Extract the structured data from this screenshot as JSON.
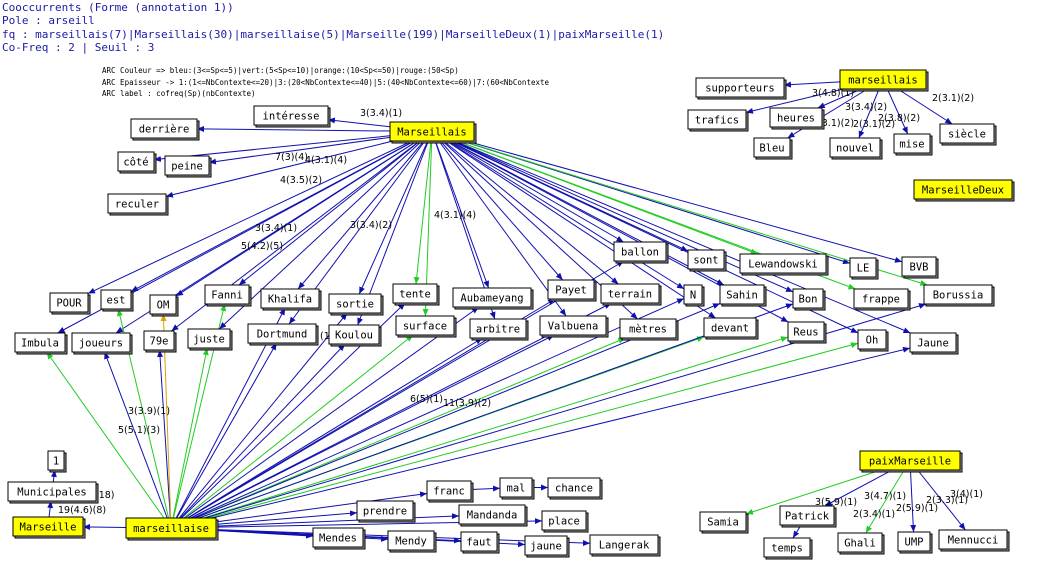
{
  "header": {
    "line1": "Cooccurrents (Forme (annotation 1))",
    "line2": "Pole : arseill",
    "line3": "fq : marseillais(7)|Marseillais(30)|marseillaise(5)|Marseille(199)|MarseilleDeux(1)|paixMarseille(1)",
    "line4": "Co-Freq : 2 | Seuil : 3"
  },
  "legend": {
    "color": "ARC Couleur => bleu:(3<=Sp<=5)|vert:(5<Sp<=10)|orange:(10<Sp<=50)|rouge:(50<Sp)",
    "thickness": "ARC Epaisseur -> 1:(1<=NbContexte<=20)|3:(20<NbContexte<=40)|5:(40<NbContexte<=60)|7:(60<NbContexte",
    "label": "ARC label : cofreq(Sp)(nbContexte)"
  },
  "colors": {
    "pole_fill": "#ffff00",
    "node_fill": "#ffffff",
    "blue": "#1010b0",
    "green": "#22cc22",
    "orange": "#e0a000"
  },
  "nodes": [
    {
      "id": "Marseillais",
      "label": "Marseillais",
      "pole": true
    },
    {
      "id": "marseillaise",
      "label": "marseillaise",
      "pole": true
    },
    {
      "id": "marseillais",
      "label": "marseillais",
      "pole": true
    },
    {
      "id": "MarseilleDeux",
      "label": "MarseilleDeux",
      "pole": true
    },
    {
      "id": "paixMarseille",
      "label": "paixMarseille",
      "pole": true
    },
    {
      "id": "Marseille",
      "label": "Marseille",
      "pole": true
    },
    {
      "id": "interesse",
      "label": "intéresse"
    },
    {
      "id": "derriere",
      "label": "derrière"
    },
    {
      "id": "cote",
      "label": "côté"
    },
    {
      "id": "peine",
      "label": "peine"
    },
    {
      "id": "reculer",
      "label": "reculer"
    },
    {
      "id": "supporteurs",
      "label": "supporteurs"
    },
    {
      "id": "trafics",
      "label": "trafics"
    },
    {
      "id": "heures",
      "label": "heures"
    },
    {
      "id": "Bleu",
      "label": "Bleu"
    },
    {
      "id": "nouvel",
      "label": "nouvel"
    },
    {
      "id": "mise",
      "label": "mise"
    },
    {
      "id": "siecle",
      "label": "siècle"
    },
    {
      "id": "ballon",
      "label": "ballon"
    },
    {
      "id": "sont",
      "label": "sont"
    },
    {
      "id": "Lewandowski",
      "label": "Lewandowski"
    },
    {
      "id": "LE",
      "label": "LE"
    },
    {
      "id": "BVB",
      "label": "BVB"
    },
    {
      "id": "POUR",
      "label": "POUR"
    },
    {
      "id": "est",
      "label": "est"
    },
    {
      "id": "OM",
      "label": "OM"
    },
    {
      "id": "Fanni",
      "label": "Fanni"
    },
    {
      "id": "Khalifa",
      "label": "Khalifa"
    },
    {
      "id": "sortie",
      "label": "sortie"
    },
    {
      "id": "tente",
      "label": "tente"
    },
    {
      "id": "Aubameyang",
      "label": "Aubameyang"
    },
    {
      "id": "Payet",
      "label": "Payet"
    },
    {
      "id": "terrain",
      "label": "terrain"
    },
    {
      "id": "N",
      "label": "N"
    },
    {
      "id": "Sahin",
      "label": "Sahin"
    },
    {
      "id": "Bon",
      "label": "Bon"
    },
    {
      "id": "frappe",
      "label": "frappe"
    },
    {
      "id": "Borussia",
      "label": "Borussia"
    },
    {
      "id": "Imbula",
      "label": "Imbula"
    },
    {
      "id": "joueurs",
      "label": "joueurs"
    },
    {
      "id": "79e",
      "label": "79e"
    },
    {
      "id": "juste",
      "label": "juste"
    },
    {
      "id": "Dortmund",
      "label": "Dortmund"
    },
    {
      "id": "Koulou",
      "label": "Koulou"
    },
    {
      "id": "surface",
      "label": "surface"
    },
    {
      "id": "arbitre",
      "label": "arbitre"
    },
    {
      "id": "Valbuena",
      "label": "Valbuena"
    },
    {
      "id": "metres",
      "label": "mètres"
    },
    {
      "id": "devant",
      "label": "devant"
    },
    {
      "id": "Reus",
      "label": "Reus"
    },
    {
      "id": "Oh",
      "label": "Oh"
    },
    {
      "id": "Jaune",
      "label": "Jaune"
    },
    {
      "id": "one",
      "label": "1"
    },
    {
      "id": "Municipales",
      "label": "Municipales"
    },
    {
      "id": "franc",
      "label": "franc"
    },
    {
      "id": "mal",
      "label": "mal"
    },
    {
      "id": "chance",
      "label": "chance"
    },
    {
      "id": "prendre",
      "label": "prendre"
    },
    {
      "id": "Mandanda",
      "label": "Mandanda"
    },
    {
      "id": "place",
      "label": "place"
    },
    {
      "id": "Mendes",
      "label": "Mendes"
    },
    {
      "id": "Mendy",
      "label": "Mendy"
    },
    {
      "id": "faut",
      "label": "faut"
    },
    {
      "id": "jaune",
      "label": "jaune"
    },
    {
      "id": "Langerak",
      "label": "Langerak"
    },
    {
      "id": "Samia",
      "label": "Samia"
    },
    {
      "id": "Patrick",
      "label": "Patrick"
    },
    {
      "id": "temps",
      "label": "temps"
    },
    {
      "id": "Ghali",
      "label": "Ghali"
    },
    {
      "id": "UMP",
      "label": "UMP"
    },
    {
      "id": "Mennucci",
      "label": "Mennucci"
    }
  ],
  "edges": [
    {
      "from": "Marseillais",
      "to": "interesse",
      "color": "blue",
      "label": "3(3.4)(1)"
    },
    {
      "from": "Marseillais",
      "to": "derriere",
      "color": "blue",
      "label": ""
    },
    {
      "from": "Marseillais",
      "to": "cote",
      "color": "blue",
      "label": ""
    },
    {
      "from": "Marseillais",
      "to": "peine",
      "color": "blue",
      "label": "7(3)(4)"
    },
    {
      "from": "Marseillais",
      "to": "reculer",
      "color": "blue",
      "label": "4(3.5)(2)"
    },
    {
      "from": "Marseillais",
      "to": "POUR",
      "color": "blue",
      "label": ""
    },
    {
      "from": "Marseillais",
      "to": "est",
      "color": "blue",
      "label": ""
    },
    {
      "from": "Marseillais",
      "to": "OM",
      "color": "blue",
      "label": ""
    },
    {
      "from": "Marseillais",
      "to": "Fanni",
      "color": "blue",
      "label": ""
    },
    {
      "from": "Marseillais",
      "to": "Khalifa",
      "color": "blue",
      "label": ""
    },
    {
      "from": "Marseillais",
      "to": "sortie",
      "color": "blue",
      "label": ""
    },
    {
      "from": "Marseillais",
      "to": "tente",
      "color": "green",
      "label": ""
    },
    {
      "from": "Marseillais",
      "to": "Aubameyang",
      "color": "blue",
      "label": ""
    },
    {
      "from": "Marseillais",
      "to": "Payet",
      "color": "blue",
      "label": ""
    },
    {
      "from": "Marseillais",
      "to": "terrain",
      "color": "blue",
      "label": ""
    },
    {
      "from": "Marseillais",
      "to": "ballon",
      "color": "blue",
      "label": ""
    },
    {
      "from": "Marseillais",
      "to": "sont",
      "color": "blue",
      "label": ""
    },
    {
      "from": "Marseillais",
      "to": "Lewandowski",
      "color": "green",
      "label": ""
    },
    {
      "from": "Marseillais",
      "to": "LE",
      "color": "blue",
      "label": ""
    },
    {
      "from": "Marseillais",
      "to": "BVB",
      "color": "blue",
      "label": ""
    },
    {
      "from": "Marseillais",
      "to": "N",
      "color": "blue",
      "label": ""
    },
    {
      "from": "Marseillais",
      "to": "Sahin",
      "color": "blue",
      "label": ""
    },
    {
      "from": "Marseillais",
      "to": "Bon",
      "color": "blue",
      "label": ""
    },
    {
      "from": "Marseillais",
      "to": "frappe",
      "color": "green",
      "label": ""
    },
    {
      "from": "Marseillais",
      "to": "Borussia",
      "color": "green",
      "label": ""
    },
    {
      "from": "Marseillais",
      "to": "Imbula",
      "color": "blue",
      "label": ""
    },
    {
      "from": "Marseillais",
      "to": "joueurs",
      "color": "blue",
      "label": ""
    },
    {
      "from": "Marseillais",
      "to": "79e",
      "color": "blue",
      "label": ""
    },
    {
      "from": "Marseillais",
      "to": "juste",
      "color": "blue",
      "label": ""
    },
    {
      "from": "Marseillais",
      "to": "Dortmund",
      "color": "blue",
      "label": ""
    },
    {
      "from": "Marseillais",
      "to": "Koulou",
      "color": "blue",
      "label": ""
    },
    {
      "from": "Marseillais",
      "to": "surface",
      "color": "green",
      "label": ""
    },
    {
      "from": "Marseillais",
      "to": "arbitre",
      "color": "blue",
      "label": ""
    },
    {
      "from": "Marseillais",
      "to": "Valbuena",
      "color": "blue",
      "label": ""
    },
    {
      "from": "Marseillais",
      "to": "metres",
      "color": "blue",
      "label": ""
    },
    {
      "from": "Marseillais",
      "to": "devant",
      "color": "blue",
      "label": ""
    },
    {
      "from": "Marseillais",
      "to": "Reus",
      "color": "blue",
      "label": ""
    },
    {
      "from": "Marseillais",
      "to": "Oh",
      "color": "blue",
      "label": ""
    },
    {
      "from": "Marseillais",
      "to": "Jaune",
      "color": "blue",
      "label": ""
    },
    {
      "from": "marseillais",
      "to": "supporteurs",
      "color": "blue",
      "label": ""
    },
    {
      "from": "marseillais",
      "to": "trafics",
      "color": "blue",
      "label": "3(4.8)(1)"
    },
    {
      "from": "marseillais",
      "to": "heures",
      "color": "blue",
      "label": ""
    },
    {
      "from": "marseillais",
      "to": "Bleu",
      "color": "blue",
      "label": "3(3.1)(2)"
    },
    {
      "from": "marseillais",
      "to": "nouvel",
      "color": "blue",
      "label": "3(3.4)(2)"
    },
    {
      "from": "marseillais",
      "to": "mise",
      "color": "blue",
      "label": "2(3.8)(2)"
    },
    {
      "from": "marseillais",
      "to": "siecle",
      "color": "blue",
      "label": "2(3.1)(2)"
    },
    {
      "from": "marseillaise",
      "to": "Imbula",
      "color": "green",
      "label": ""
    },
    {
      "from": "marseillaise",
      "to": "joueurs",
      "color": "blue",
      "label": "5(5.1)(3)"
    },
    {
      "from": "marseillaise",
      "to": "est",
      "color": "green",
      "label": "3(3.9)(1)"
    },
    {
      "from": "marseillaise",
      "to": "79e",
      "color": "blue",
      "label": ""
    },
    {
      "from": "marseillaise",
      "to": "OM",
      "color": "orange",
      "label": ""
    },
    {
      "from": "marseillaise",
      "to": "juste",
      "color": "green",
      "label": ""
    },
    {
      "from": "marseillaise",
      "to": "Fanni",
      "color": "green",
      "label": ""
    },
    {
      "from": "marseillaise",
      "to": "Dortmund",
      "color": "blue",
      "label": ""
    },
    {
      "from": "marseillaise",
      "to": "Khalifa",
      "color": "blue",
      "label": ""
    },
    {
      "from": "marseillaise",
      "to": "Koulou",
      "color": "blue",
      "label": ""
    },
    {
      "from": "marseillaise",
      "to": "sortie",
      "color": "blue",
      "label": ""
    },
    {
      "from": "marseillaise",
      "to": "surface",
      "color": "green",
      "label": ""
    },
    {
      "from": "marseillaise",
      "to": "tente",
      "color": "blue",
      "label": ""
    },
    {
      "from": "marseillaise",
      "to": "arbitre",
      "color": "blue",
      "label": ""
    },
    {
      "from": "marseillaise",
      "to": "Aubameyang",
      "color": "blue",
      "label": ""
    },
    {
      "from": "marseillaise",
      "to": "Valbuena",
      "color": "blue",
      "label": ""
    },
    {
      "from": "marseillaise",
      "to": "Payet",
      "color": "blue",
      "label": ""
    },
    {
      "from": "marseillaise",
      "to": "ballon",
      "color": "blue",
      "label": ""
    },
    {
      "from": "marseillaise",
      "to": "metres",
      "color": "green",
      "label": ""
    },
    {
      "from": "marseillaise",
      "to": "terrain",
      "color": "blue",
      "label": ""
    },
    {
      "from": "marseillaise",
      "to": "devant",
      "color": "green",
      "label": ""
    },
    {
      "from": "marseillaise",
      "to": "N",
      "color": "blue",
      "label": ""
    },
    {
      "from": "marseillaise",
      "to": "Sahin",
      "color": "blue",
      "label": ""
    },
    {
      "from": "marseillaise",
      "to": "Reus",
      "color": "green",
      "label": ""
    },
    {
      "from": "marseillaise",
      "to": "Bon",
      "color": "blue",
      "label": ""
    },
    {
      "from": "marseillaise",
      "to": "Oh",
      "color": "green",
      "label": ""
    },
    {
      "from": "marseillaise",
      "to": "Borussia",
      "color": "blue",
      "label": ""
    },
    {
      "from": "marseillaise",
      "to": "Jaune",
      "color": "blue",
      "label": ""
    },
    {
      "from": "marseillaise",
      "to": "Marseille",
      "color": "blue",
      "label": "19(4.6)(8)"
    },
    {
      "from": "marseillaise",
      "to": "prendre",
      "color": "blue",
      "label": ""
    },
    {
      "from": "marseillaise",
      "to": "franc",
      "color": "blue",
      "label": ""
    },
    {
      "from": "marseillaise",
      "to": "Mandanda",
      "color": "blue",
      "label": ""
    },
    {
      "from": "marseillaise",
      "to": "place",
      "color": "blue",
      "label": ""
    },
    {
      "from": "marseillaise",
      "to": "Mendes",
      "color": "blue",
      "label": ""
    },
    {
      "from": "marseillaise",
      "to": "Mendy",
      "color": "blue",
      "label": ""
    },
    {
      "from": "marseillaise",
      "to": "faut",
      "color": "blue",
      "label": ""
    },
    {
      "from": "marseillaise",
      "to": "jaune",
      "color": "blue",
      "label": ""
    },
    {
      "from": "marseillaise",
      "to": "Langerak",
      "color": "blue",
      "label": ""
    },
    {
      "from": "Municipales",
      "to": "one",
      "color": "blue",
      "label": ""
    },
    {
      "from": "Marseille",
      "to": "Municipales",
      "color": "blue",
      "label": ""
    },
    {
      "from": "franc",
      "to": "mal",
      "color": "blue",
      "label": ""
    },
    {
      "from": "mal",
      "to": "chance",
      "color": "blue",
      "label": ""
    },
    {
      "from": "paixMarseille",
      "to": "Samia",
      "color": "green",
      "label": ""
    },
    {
      "from": "paixMarseille",
      "to": "Patrick",
      "color": "blue",
      "label": "3(5.9)(1)"
    },
    {
      "from": "paixMarseille",
      "to": "Ghali",
      "color": "green",
      "label": "2(3.4)(1)"
    },
    {
      "from": "paixMarseille",
      "to": "UMP",
      "color": "blue",
      "label": "2(5.9)(1)"
    },
    {
      "from": "paixMarseille",
      "to": "Mennucci",
      "color": "blue",
      "label": "2(3.3)(1)"
    },
    {
      "from": "Patrick",
      "to": "temps",
      "color": "blue",
      "label": ""
    }
  ],
  "free_labels": [
    "3(4.7)(1)",
    "3(4)(1)",
    "(18)",
    "3(3.4)(2)",
    "3(3.4)(1)",
    "5(4.2)(5)",
    "4(3.1)(4)",
    "6(5)(1)",
    "11(3.9)(2)",
    "4(3.1)(4)",
    "2(3.1)(2)",
    "(1)"
  ]
}
